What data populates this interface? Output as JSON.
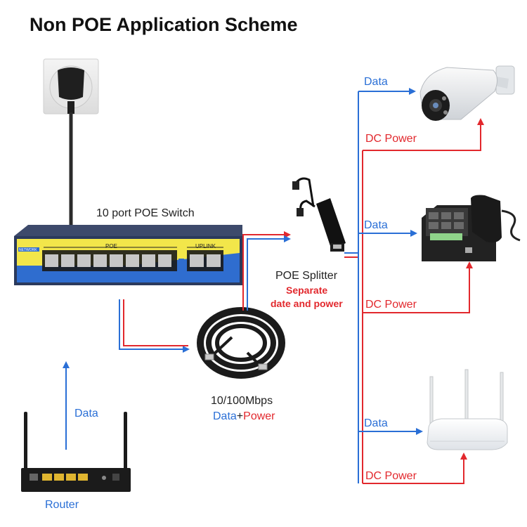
{
  "title": "Non POE Application Scheme",
  "labels": {
    "switch": "10 port POE Switch",
    "splitter": "POE Splitter",
    "splitter_note_1": "Separate",
    "splitter_note_2": "date and power",
    "cable_speed": "10/100Mbps",
    "cable_data": "Data",
    "cable_plus": "+",
    "cable_power": "Power",
    "router_data": "Data",
    "router": "Router",
    "camera_data": "Data",
    "camera_power": "DC Power",
    "phone_data": "Data",
    "phone_power": "DC Power",
    "ap_data": "Data",
    "ap_power": "DC Power"
  },
  "switch_panel": {
    "poe_label": "POE",
    "uplink_label": "UPLINK",
    "brand": "NETWORK"
  },
  "colors": {
    "data": "#2a6fd6",
    "power": "#e2282d",
    "switch_body": "#2b3a5c",
    "switch_face": "#f2e64a",
    "switch_blue": "#2f6dcf"
  }
}
